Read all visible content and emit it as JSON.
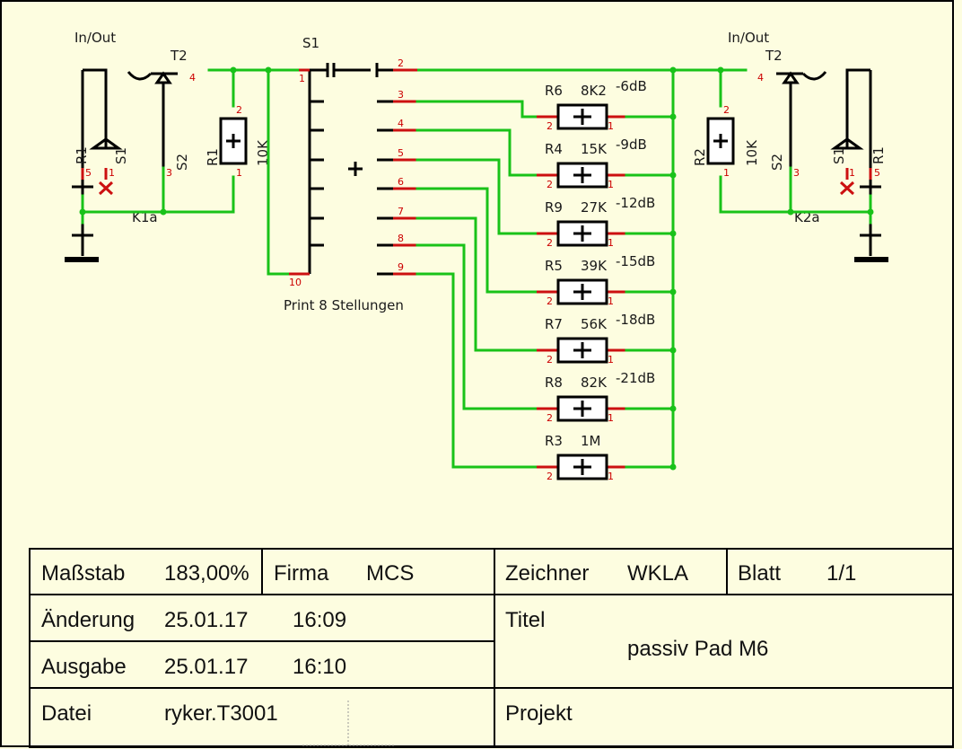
{
  "inout_left": "In/Out",
  "inout_right": "In/Out",
  "switch_label": "S1",
  "switch_caption": "Print 8 Stellungen",
  "left": {
    "t2": "T2",
    "r1": "R1",
    "s1": "S1",
    "s2": "S2",
    "r1b": "R1",
    "val": "10K",
    "k": "K1a"
  },
  "right": {
    "t2": "T2",
    "r1": "R1",
    "s1": "S1",
    "s2": "S2",
    "r2": "R2",
    "val": "10K",
    "k": "K2a"
  },
  "resistors": [
    {
      "ref": "R6",
      "value": "8K2",
      "att": "-6dB"
    },
    {
      "ref": "R4",
      "value": "15K",
      "att": "-9dB"
    },
    {
      "ref": "R9",
      "value": "27K",
      "att": "-12dB"
    },
    {
      "ref": "R5",
      "value": "39K",
      "att": "-15dB"
    },
    {
      "ref": "R7",
      "value": "56K",
      "att": "-18dB"
    },
    {
      "ref": "R8",
      "value": "82K",
      "att": "-21dB"
    },
    {
      "ref": "R3",
      "value": "1M",
      "att": ""
    }
  ],
  "switch_pins": [
    "1",
    "2",
    "3",
    "4",
    "5",
    "6",
    "7",
    "8",
    "9",
    "10"
  ],
  "title_block": {
    "scale_label": "Maßstab",
    "scale_value": "183,00%",
    "firma_label": "Firma",
    "firma_value": "MCS",
    "zeichner_label": "Zeichner",
    "zeichner_value": "WKLA",
    "blatt_label": "Blatt",
    "blatt_value": "1/1",
    "aenderung_label": "Änderung",
    "aenderung_date": "25.01.17",
    "aenderung_time": "16:09",
    "ausgabe_label": "Ausgabe",
    "ausgabe_date": "25.01.17",
    "ausgabe_time": "16:10",
    "titel_label": "Titel",
    "titel_value": "passiv Pad M6",
    "datei_label": "Datei",
    "datei_value": "ryker.T3001",
    "projekt_label": "Projekt"
  },
  "colors": {
    "wire": "#19c219",
    "pin": "#cc0000",
    "background": "#fdfde0"
  }
}
